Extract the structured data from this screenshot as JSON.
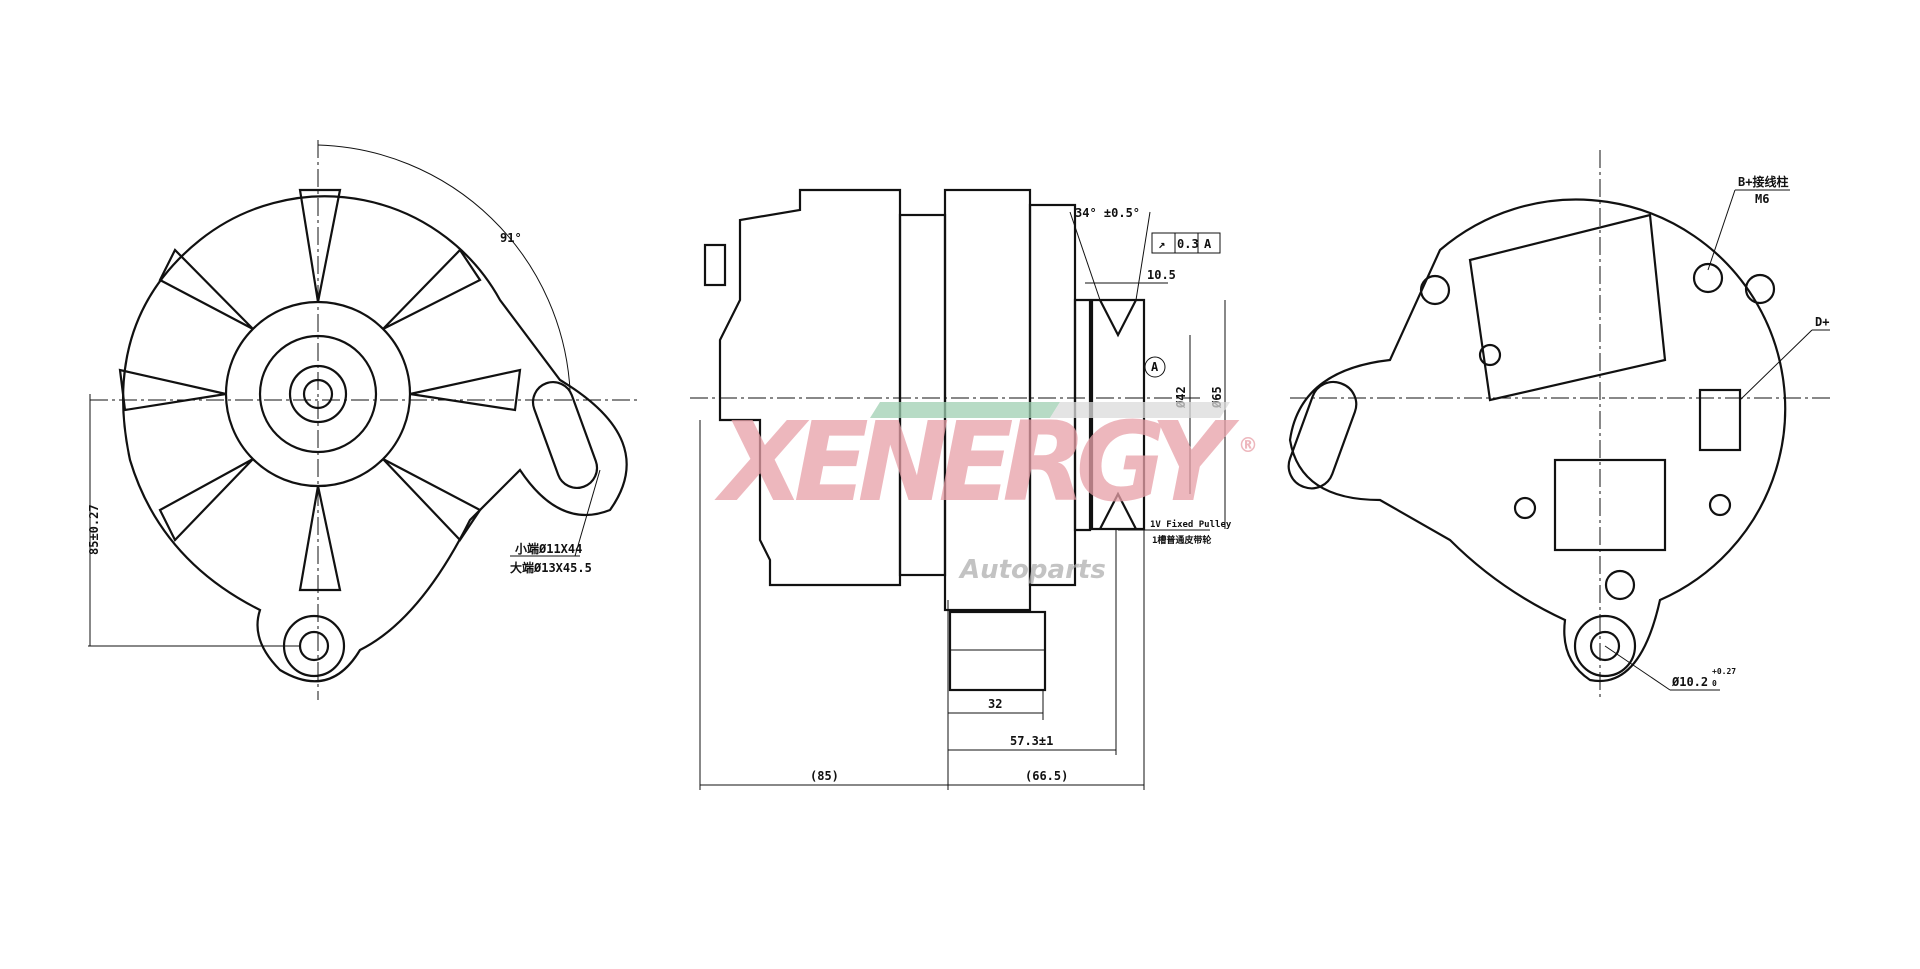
{
  "drawing": {
    "left_view": {
      "angle_label": "91°",
      "height_dim": "85±0.27",
      "slot_small": "小端Ø11X44",
      "slot_large": "大端Ø13X45.5"
    },
    "side_view": {
      "groove_angle": "34° ±0.5°",
      "tolerance_symbol": "↗",
      "tolerance_value": "0.3",
      "datum": "A",
      "groove_width": "10.5",
      "inner_diameter": "Ø42",
      "outer_diameter": "Ø65",
      "pulley_label_en": "1V Fixed Pulley",
      "pulley_label_cn": "1槽普通皮带轮",
      "bush_width": "32",
      "pulley_offset": "57.3±1",
      "rear_length": "(85)",
      "front_length": "(66.5)"
    },
    "right_view": {
      "terminal_label": "B+接线柱",
      "terminal_thread": "M6",
      "d_plus": "D+",
      "hole_dim": "Ø10.2",
      "hole_tol_upper": "+0.27",
      "hole_tol_lower": "0"
    }
  },
  "watermark": {
    "brand": "XENERGY",
    "registered": "®",
    "subtitle": "Autoparts",
    "colors": {
      "red": "#e8a0a8",
      "green": "#9fcfb2",
      "grey": "#b0b0b0"
    }
  }
}
